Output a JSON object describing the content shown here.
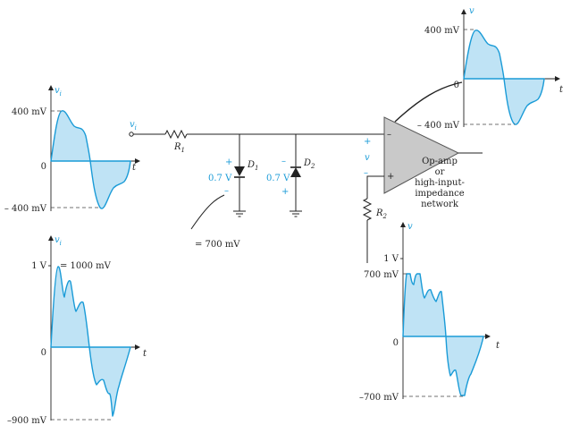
{
  "colors": {
    "wave_stroke": "#1a9bd7",
    "wave_fill": "#bfe3f5",
    "opamp_fill": "#c9c9c9",
    "accent_text": "#1a9bd7"
  },
  "graph1": {
    "y_symbol": "v",
    "y_sub": "i",
    "x_symbol": "t",
    "pos_tick": "400 mV",
    "zero_tick": "0",
    "neg_tick": "– 400 mV"
  },
  "graph2": {
    "y_symbol": "v",
    "y_sub": "i",
    "x_symbol": "t",
    "top_tick": "1 V",
    "peak_label": "= 1000 mV",
    "zero_tick": "0",
    "neg_tick": "–900 mV"
  },
  "graph3": {
    "y_symbol": "v",
    "x_symbol": "t",
    "pos_tick": "400 mV",
    "zero_tick": "0",
    "neg_tick": "– 400 mV"
  },
  "graph4": {
    "y_symbol": "v",
    "x_symbol": "t",
    "top_tick": "1 V",
    "pos_tick": "700 mV",
    "zero_tick": "0",
    "neg_tick": "–700 mV"
  },
  "circuit": {
    "input_symbol": "v",
    "input_sub": "i",
    "r1_symbol": "R",
    "r1_sub": "1",
    "r2_symbol": "R",
    "r2_sub": "2",
    "d1_symbol": "D",
    "d1_sub": "1",
    "d2_symbol": "D",
    "d2_sub": "2",
    "d1_voltage": "0.7 V",
    "d2_voltage": "0.7 V",
    "plus_sign": "+",
    "minus_sign": "–",
    "diode_note": "= 700 mV",
    "v_symbol": "v",
    "opamp_lines": [
      "Op-amp",
      "or",
      "high-input-",
      "impedance",
      "network"
    ]
  }
}
